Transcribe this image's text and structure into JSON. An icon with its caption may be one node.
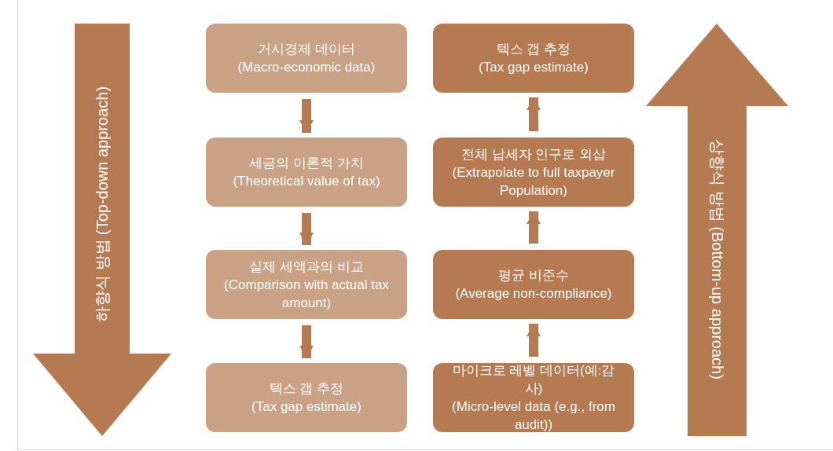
{
  "diagram": {
    "nodes": [
      {
        "text": [
          "하향식 방법 (Top-down approach)"
        ]
      },
      {
        "text": [
          "거시경제 데이터",
          "(Macro-economic data)"
        ]
      },
      {
        "text": [
          "세금의 이론적 가치",
          "(Theoretical value of tax)"
        ]
      },
      {
        "text": [
          "실제 세액과의 비교",
          "(Comparison with actual tax amount)"
        ]
      },
      {
        "text": [
          "텍스 갭 추정",
          "(Tax gap estimate)"
        ]
      },
      {
        "text": [
          "텍스 갭 추정",
          "(Tax gap estimate)"
        ]
      },
      {
        "text": [
          "전체 납세자 인구로 외삽",
          "(Extrapolate to full taxpayer Population)"
        ]
      },
      {
        "text": [
          "평균 비준수",
          "(Average non-compliance)"
        ]
      },
      {
        "text": [
          "마이크로 레벨 데이터(예:감사)",
          "(Micro-level data (e.g., from audit))"
        ]
      },
      {
        "text": [
          "상향식 방법 (Bottom-up approach)"
        ]
      }
    ],
    "edges": [
      {
        "from": 1,
        "to": 2,
        "arrow": "to"
      },
      {
        "from": 2,
        "to": 3,
        "arrow": "to"
      },
      {
        "from": 3,
        "to": 4,
        "arrow": "to"
      },
      {
        "from": 8,
        "to": 7,
        "arrow": "to"
      },
      {
        "from": 7,
        "to": 6,
        "arrow": "to"
      },
      {
        "from": 6,
        "to": 5,
        "arrow": "to"
      }
    ]
  }
}
